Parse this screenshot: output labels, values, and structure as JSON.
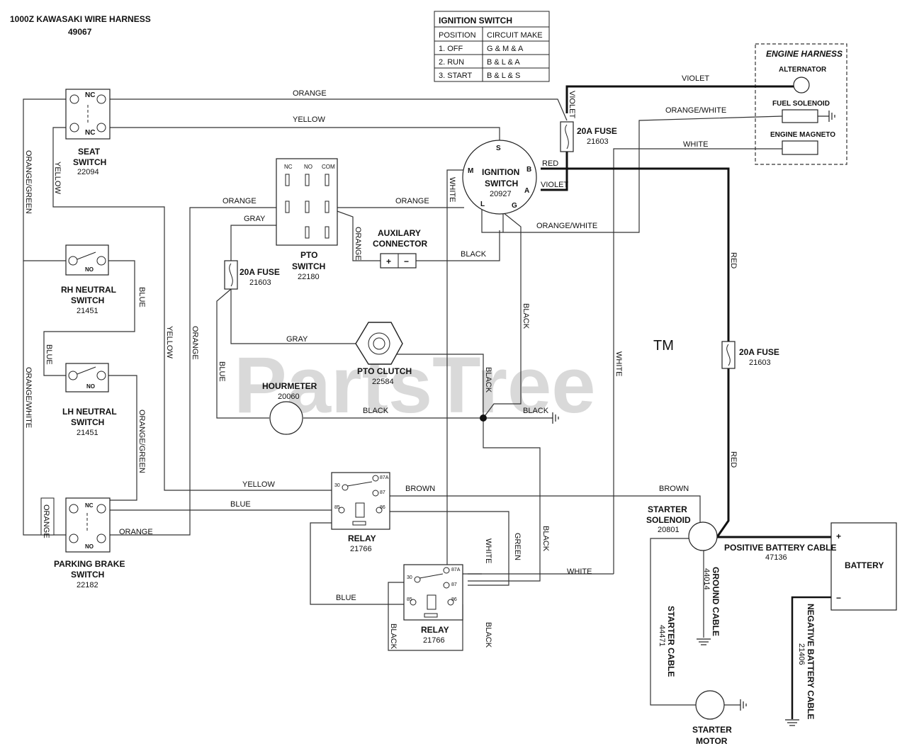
{
  "title": {
    "line1": "1000Z KAWASAKI WIRE HARNESS",
    "line2": "49067"
  },
  "watermark": {
    "text": "PartsTree",
    "tm": "TM"
  },
  "ignition_table": {
    "title": "IGNITION SWITCH",
    "headers": [
      "POSITION",
      "CIRCUIT MAKE"
    ],
    "rows": [
      [
        "1. OFF",
        "G & M & A"
      ],
      [
        "2. RUN",
        "B & L & A"
      ],
      [
        "3. START",
        "B & L & S"
      ]
    ]
  },
  "engine_harness": {
    "title": "ENGINE HARNESS",
    "alternator": "ALTERNATOR",
    "fuel_solenoid": "FUEL SOLENOID",
    "engine_magneto": "ENGINE MAGNETO"
  },
  "components": {
    "seat_switch": {
      "name1": "SEAT",
      "name2": "SWITCH",
      "part": "22094",
      "nc": "NC"
    },
    "rh_neutral": {
      "name1": "RH NEUTRAL",
      "name2": "SWITCH",
      "part": "21451",
      "no": "NO"
    },
    "lh_neutral": {
      "name1": "LH NEUTRAL",
      "name2": "SWITCH",
      "part": "21451",
      "no": "NO"
    },
    "parking_brake": {
      "name1": "PARKING BRAKE",
      "name2": "SWITCH",
      "part": "22182",
      "nc": "NC",
      "no": "NO"
    },
    "pto_switch": {
      "name1": "PTO",
      "name2": "SWITCH",
      "part": "22180",
      "nc": "NC",
      "no": "NO",
      "com": "COM"
    },
    "fuse_pto": {
      "name": "20A FUSE",
      "part": "21603"
    },
    "fuse_top": {
      "name": "20A FUSE",
      "part": "21603"
    },
    "fuse_right": {
      "name": "20A FUSE",
      "part": "21603"
    },
    "ignition_switch": {
      "name1": "IGNITION",
      "name2": "SWITCH",
      "part": "20927",
      "s": "S",
      "m": "M",
      "b": "B",
      "a": "A",
      "l": "L",
      "g": "G"
    },
    "aux_connector": {
      "name1": "AUXILARY",
      "name2": "CONNECTOR",
      "plus": "+",
      "minus": "−"
    },
    "pto_clutch": {
      "name": "PTO CLUTCH",
      "part": "22584"
    },
    "hourmeter": {
      "name": "HOURMETER",
      "part": "20060"
    },
    "relay1": {
      "name": "RELAY",
      "part": "21766",
      "p30": "30",
      "p87a": "87A",
      "p87": "87",
      "p85": "85",
      "p86": "86"
    },
    "relay2": {
      "name": "RELAY",
      "part": "21766",
      "p30": "30",
      "p87a": "87A",
      "p87": "87",
      "p85": "85",
      "p86": "86"
    },
    "starter_solenoid": {
      "name1": "STARTER",
      "name2": "SOLENOID",
      "part": "20801"
    },
    "battery": {
      "name": "BATTERY",
      "plus": "+",
      "minus": "−"
    },
    "starter_motor": {
      "name1": "STARTER",
      "name2": "MOTOR"
    },
    "positive_cable": {
      "name": "POSITIVE BATTERY CABLE",
      "part": "47136"
    },
    "ground_cable": {
      "name": "GROUND CABLE",
      "part": "44014"
    },
    "starter_cable": {
      "name": "STARTER CABLE",
      "part": "44471"
    },
    "negative_cable": {
      "name": "NEGATIVE BATTERY CABLE",
      "part": "21406"
    }
  },
  "wire_labels": {
    "orange": "ORANGE",
    "yellow": "YELLOW",
    "violet": "VIOLET",
    "orange_white": "ORANGE/WHITE",
    "white": "WHITE",
    "red": "RED",
    "orange_green": "ORANGE/GREEN",
    "gray": "GRAY",
    "black": "BLACK",
    "blue": "BLUE",
    "brown": "BROWN",
    "green": "GREEN"
  }
}
